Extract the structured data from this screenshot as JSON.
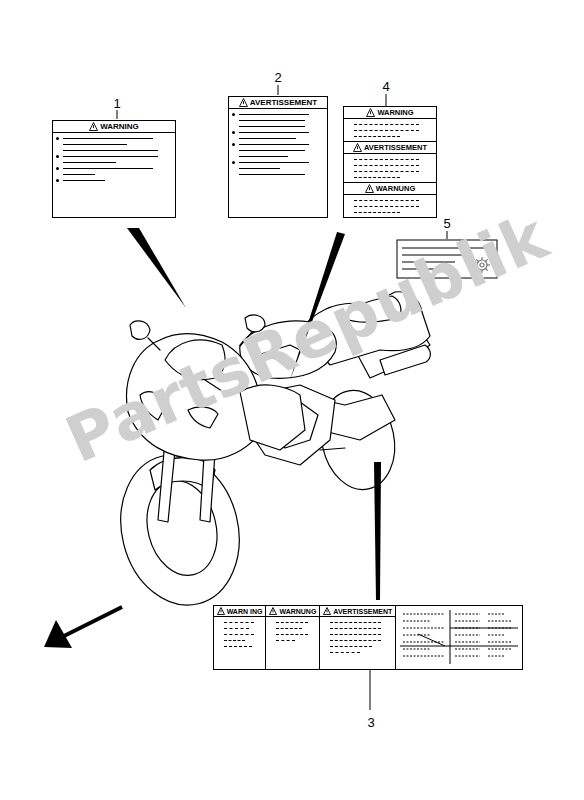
{
  "diagram": {
    "nodes": [
      {
        "text": [
          "WARNING"
        ]
      },
      {
        "text": [
          "AVERTISSEMENT"
        ]
      },
      {
        "text": [
          "WARNING",
          "AVERTISSEMENT",
          "WARNUNG"
        ]
      },
      {
        "text": [
          "WARN ING",
          "WARNUNG",
          "AVERTISSEMENT"
        ]
      }
    ],
    "labels": [
      "1",
      "2",
      "4",
      "5",
      "3",
      "PartsRepublik"
    ]
  }
}
